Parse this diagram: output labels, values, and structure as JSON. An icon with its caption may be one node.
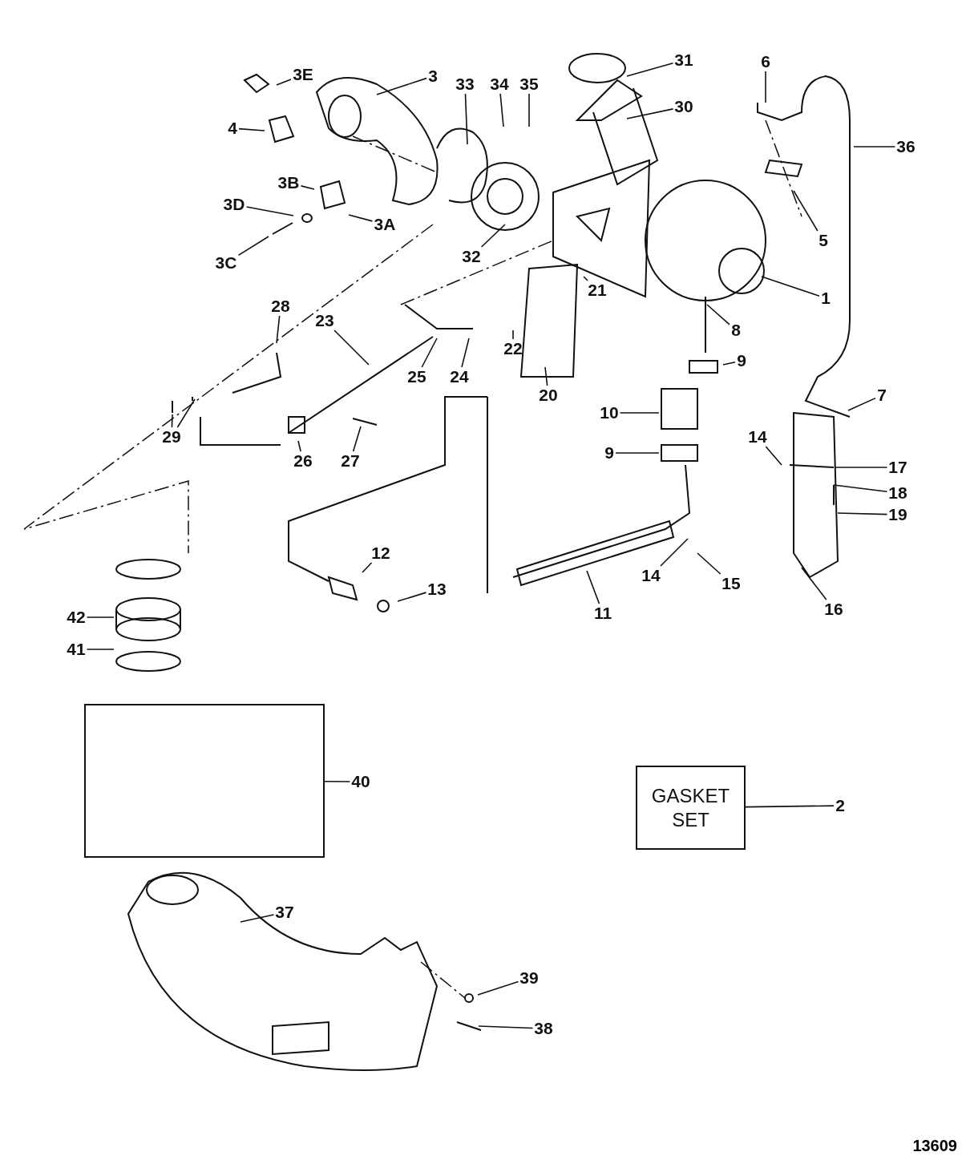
{
  "diagram": {
    "nodes": [
      {
        "text": [
          "3E"
        ]
      },
      {
        "text": [
          "3"
        ]
      },
      {
        "text": [
          "33"
        ]
      },
      {
        "text": [
          "34"
        ]
      },
      {
        "text": [
          "35"
        ]
      },
      {
        "text": [
          "31"
        ]
      },
      {
        "text": [
          "6"
        ]
      },
      {
        "text": [
          "30"
        ]
      },
      {
        "text": [
          "4"
        ]
      },
      {
        "text": [
          "36"
        ]
      },
      {
        "text": [
          "3B"
        ]
      },
      {
        "text": [
          "3D"
        ]
      },
      {
        "text": [
          "3A"
        ]
      },
      {
        "text": [
          "5"
        ]
      },
      {
        "text": [
          "3C"
        ]
      },
      {
        "text": [
          "32"
        ]
      },
      {
        "text": [
          "21"
        ]
      },
      {
        "text": [
          "1"
        ]
      },
      {
        "text": [
          "28"
        ]
      },
      {
        "text": [
          "23"
        ]
      },
      {
        "text": [
          "8"
        ]
      },
      {
        "text": [
          "22"
        ]
      },
      {
        "text": [
          "9"
        ]
      },
      {
        "text": [
          "25"
        ]
      },
      {
        "text": [
          "24"
        ]
      },
      {
        "text": [
          "20"
        ]
      },
      {
        "text": [
          "7"
        ]
      },
      {
        "text": [
          "10"
        ]
      },
      {
        "text": [
          "29"
        ]
      },
      {
        "text": [
          "14"
        ]
      },
      {
        "text": [
          "9"
        ]
      },
      {
        "text": [
          "26"
        ]
      },
      {
        "text": [
          "27"
        ]
      },
      {
        "text": [
          "17"
        ]
      },
      {
        "text": [
          "18"
        ]
      },
      {
        "text": [
          "19"
        ]
      },
      {
        "text": [
          "12"
        ]
      },
      {
        "text": [
          "14"
        ]
      },
      {
        "text": [
          "15"
        ]
      },
      {
        "text": [
          "13"
        ]
      },
      {
        "text": [
          "11"
        ]
      },
      {
        "text": [
          "16"
        ]
      },
      {
        "text": [
          "42"
        ]
      },
      {
        "text": [
          "41"
        ]
      },
      {
        "text": [],
        "shape": "box"
      },
      {
        "text": [
          "40"
        ]
      },
      {
        "text": [
          "GASKET SET"
        ]
      },
      {
        "text": [
          "2"
        ]
      },
      {
        "text": [
          "37"
        ]
      },
      {
        "text": [
          "39"
        ]
      },
      {
        "text": [
          "38"
        ]
      }
    ],
    "edges": [
      {
        "from": 0,
        "to": null,
        "arrow": "none"
      },
      {
        "from": 1,
        "to": null,
        "arrow": "none"
      },
      {
        "from": 2,
        "to": null,
        "arrow": "none"
      },
      {
        "from": 3,
        "to": null,
        "arrow": "none"
      },
      {
        "from": 4,
        "to": null,
        "arrow": "none"
      },
      {
        "from": 5,
        "to": null,
        "arrow": "none"
      },
      {
        "from": 6,
        "to": null,
        "arrow": "none"
      },
      {
        "from": 7,
        "to": null,
        "arrow": "none"
      },
      {
        "from": 8,
        "to": null,
        "arrow": "none"
      },
      {
        "from": 9,
        "to": null,
        "arrow": "none"
      },
      {
        "from": 10,
        "to": null,
        "arrow": "none"
      },
      {
        "from": 11,
        "to": null,
        "arrow": "none"
      },
      {
        "from": 12,
        "to": null,
        "arrow": "none"
      },
      {
        "from": 13,
        "to": null,
        "arrow": "none"
      },
      {
        "from": 14,
        "to": null,
        "arrow": "none"
      },
      {
        "from": 15,
        "to": null,
        "arrow": "none"
      },
      {
        "from": 16,
        "to": null,
        "arrow": "none"
      },
      {
        "from": 17,
        "to": null,
        "arrow": "none"
      },
      {
        "from": 18,
        "to": null,
        "arrow": "none"
      },
      {
        "from": 19,
        "to": null,
        "arrow": "none"
      },
      {
        "from": 20,
        "to": null,
        "arrow": "none"
      },
      {
        "from": 21,
        "to": null,
        "arrow": "none"
      },
      {
        "from": 22,
        "to": null,
        "arrow": "none"
      },
      {
        "from": 23,
        "to": null,
        "arrow": "none"
      },
      {
        "from": 24,
        "to": null,
        "arrow": "none"
      },
      {
        "from": 25,
        "to": null,
        "arrow": "none"
      },
      {
        "from": 26,
        "to": null,
        "arrow": "none"
      },
      {
        "from": 27,
        "to": null,
        "arrow": "none"
      },
      {
        "from": 28,
        "to": null,
        "arrow": "none"
      },
      {
        "from": 28,
        "to": null,
        "arrow": "none"
      },
      {
        "from": 29,
        "to": null,
        "arrow": "none"
      },
      {
        "from": 30,
        "to": null,
        "arrow": "none"
      },
      {
        "from": 31,
        "to": null,
        "arrow": "none"
      },
      {
        "from": 32,
        "to": null,
        "arrow": "none"
      },
      {
        "from": 33,
        "to": null,
        "arrow": "none"
      },
      {
        "from": 34,
        "to": null,
        "arrow": "none"
      },
      {
        "from": 35,
        "to": null,
        "arrow": "none"
      },
      {
        "from": 36,
        "to": null,
        "arrow": "none"
      },
      {
        "from": 37,
        "to": null,
        "arrow": "none"
      },
      {
        "from": 38,
        "to": null,
        "arrow": "none"
      },
      {
        "from": 39,
        "to": null,
        "arrow": "none"
      },
      {
        "from": 40,
        "to": null,
        "arrow": "none"
      },
      {
        "from": 41,
        "to": null,
        "arrow": "none"
      },
      {
        "from": 42,
        "to": null,
        "arrow": "none"
      },
      {
        "from": 43,
        "to": null,
        "arrow": "none"
      },
      {
        "from": 45,
        "to": 44,
        "arrow": "none"
      },
      {
        "from": 47,
        "to": 46,
        "arrow": "none"
      },
      {
        "from": 48,
        "to": null,
        "arrow": "none"
      },
      {
        "from": 49,
        "to": null,
        "arrow": "none"
      },
      {
        "from": 50,
        "to": null,
        "arrow": "none"
      }
    ],
    "labels": [
      "13609"
    ]
  }
}
